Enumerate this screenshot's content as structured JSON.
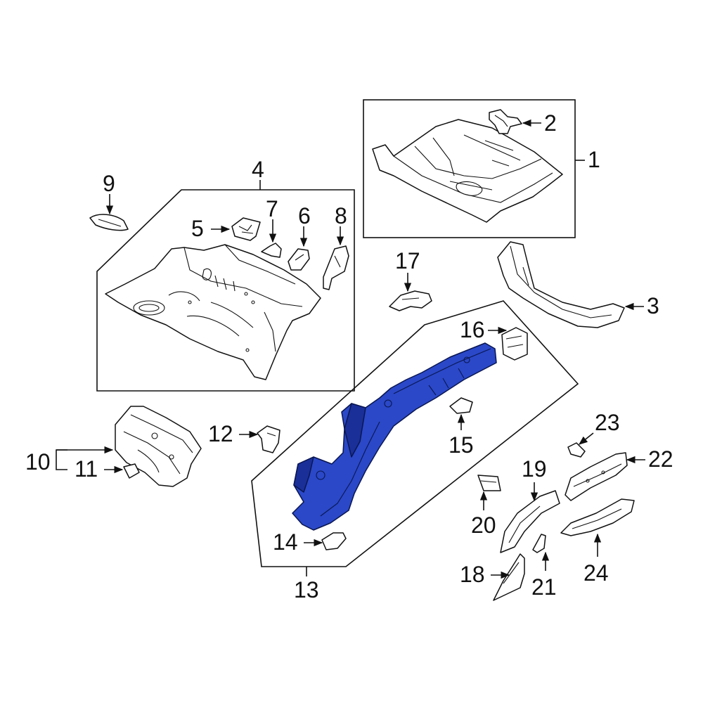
{
  "callouts": {
    "c1": "1",
    "c2": "2",
    "c3": "3",
    "c4": "4",
    "c5": "5",
    "c6": "6",
    "c7": "7",
    "c8": "8",
    "c9": "9",
    "c10": "10",
    "c11": "11",
    "c12": "12",
    "c13": "13",
    "c14": "14",
    "c15": "15",
    "c16": "16",
    "c17": "17",
    "c18": "18",
    "c19": "19",
    "c20": "20",
    "c21": "21",
    "c22": "22",
    "c23": "23",
    "c24": "24"
  },
  "colors": {
    "highlight": "#2a48c8",
    "highlight_shade": "#1a2f98",
    "outline": "#111111",
    "background": "#ffffff"
  }
}
